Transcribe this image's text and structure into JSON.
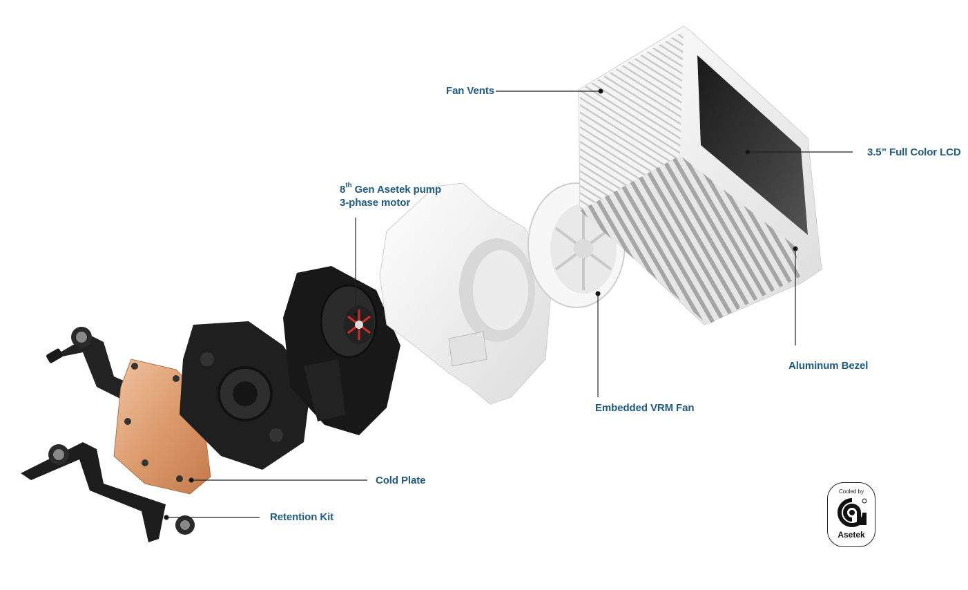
{
  "labels": {
    "fan_vents": "Fan Vents",
    "lcd": "3.5” Full Color LCD",
    "pump_gen_num": "8",
    "pump_gen_sup": "th",
    "pump_line1_rest": " Gen Asetek pump",
    "pump_line2": "3-phase motor",
    "bezel": "Aluminum Bezel",
    "vrm_fan": "Embedded VRM Fan",
    "cold_plate": "Cold Plate",
    "retention_kit": "Retention Kit"
  },
  "badge": {
    "cooled_by": "Cooled by",
    "brand": "Asetek"
  },
  "colors": {
    "label": "#1f5a85",
    "copper": "#d99a6c",
    "dark_part": "#1d1d1d",
    "white_part": "#f2f2f2"
  }
}
